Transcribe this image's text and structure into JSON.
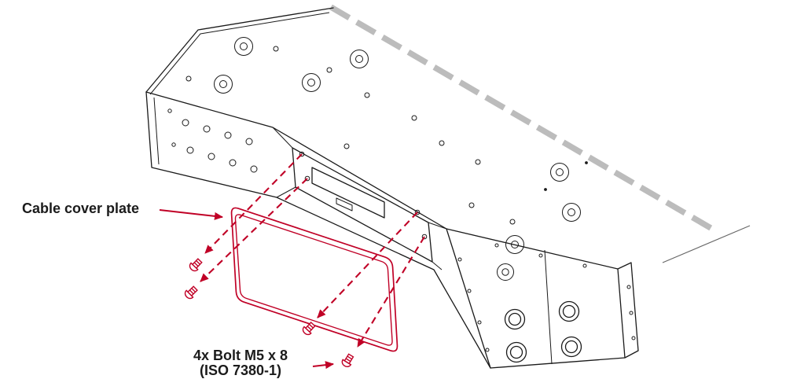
{
  "diagram": {
    "labels": {
      "cover_plate": "Cable cover plate",
      "bolt_spec_line1": "4x Bolt M5 x 8",
      "bolt_spec_line2": "(ISO 7380-1)"
    },
    "colors": {
      "accent_red": "#C00026",
      "line_black": "#1A1A1A",
      "break_line_gray": "#BCBCBC",
      "background": "#FFFFFF"
    },
    "parts_called_out": {
      "cover_plate_qty": 1,
      "bolt_qty": 4
    }
  }
}
